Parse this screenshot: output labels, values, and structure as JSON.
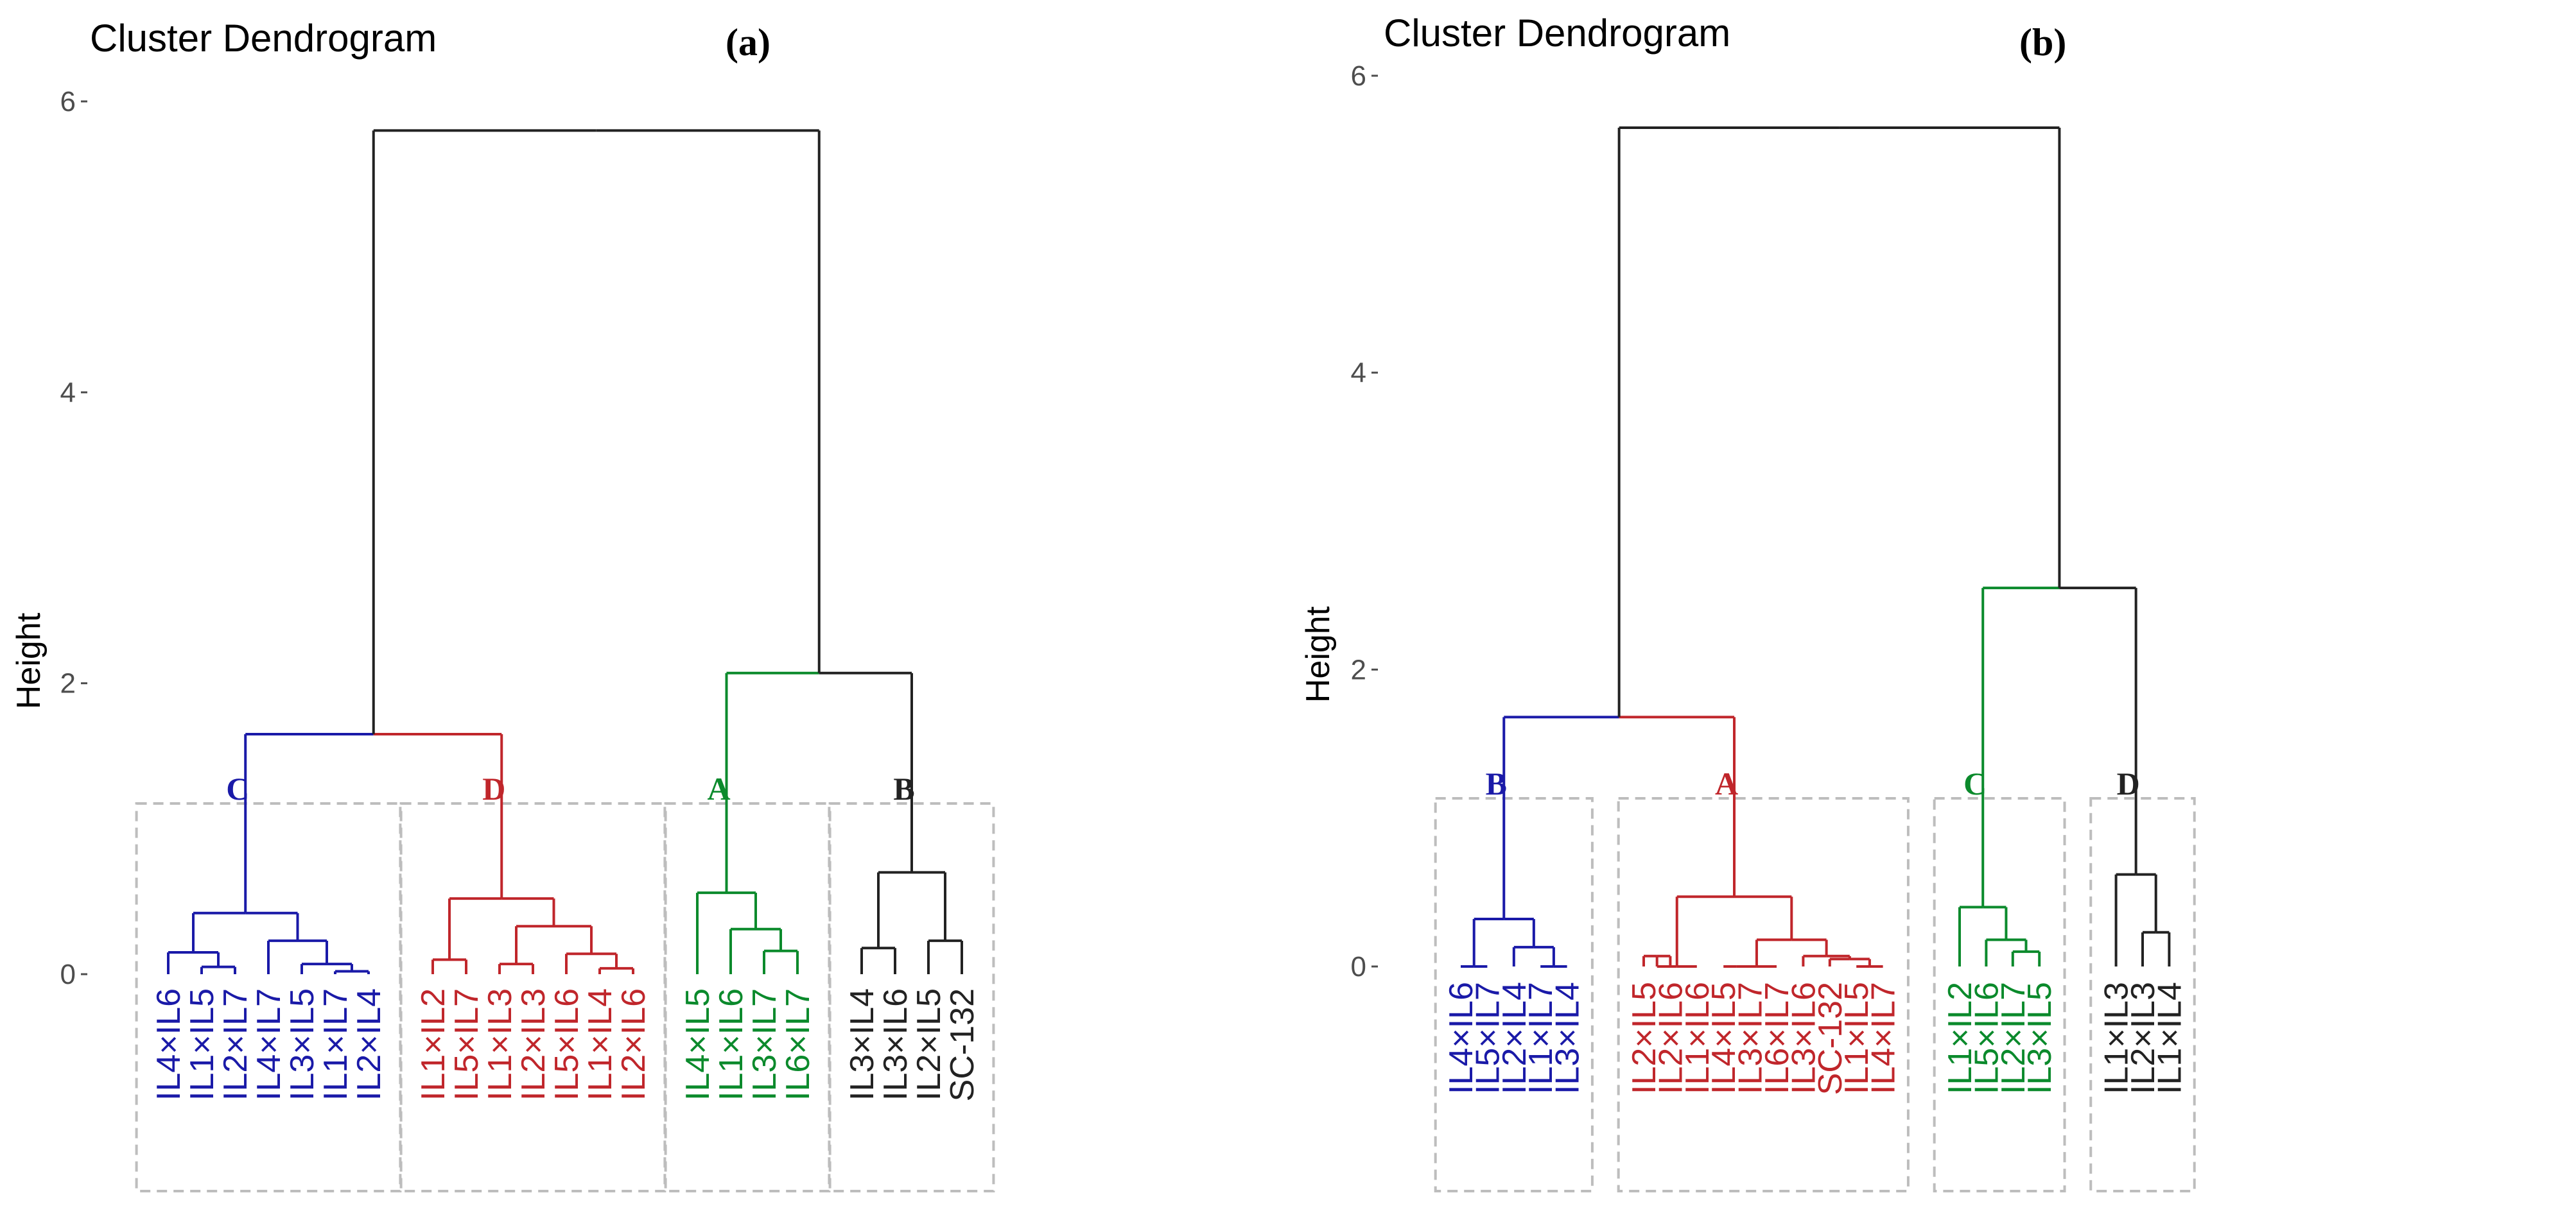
{
  "chart_data": [
    {
      "type": "dendrogram",
      "title": "Cluster Dendrogram",
      "panel_tag": "(a)",
      "ylabel": "Height",
      "ylim": [
        0,
        6
      ],
      "yticks": [
        0,
        2,
        4,
        6
      ],
      "grid": false,
      "leaves": [
        {
          "label": "IL4×IL6",
          "color": "#1a1aa8"
        },
        {
          "label": "IL1×IL5",
          "color": "#1a1aa8"
        },
        {
          "label": "IL2×IL7",
          "color": "#1a1aa8"
        },
        {
          "label": "IL4×IL7",
          "color": "#1a1aa8"
        },
        {
          "label": "IL3×IL5",
          "color": "#1a1aa8"
        },
        {
          "label": "IL1×IL7",
          "color": "#1a1aa8"
        },
        {
          "label": "IL2×IL4",
          "color": "#1a1aa8"
        },
        {
          "label": "IL1×IL2",
          "color": "#c0262b"
        },
        {
          "label": "IL5×IL7",
          "color": "#c0262b"
        },
        {
          "label": "IL1×IL3",
          "color": "#c0262b"
        },
        {
          "label": "IL2×IL3",
          "color": "#c0262b"
        },
        {
          "label": "IL5×IL6",
          "color": "#c0262b"
        },
        {
          "label": "IL1×IL4",
          "color": "#c0262b"
        },
        {
          "label": "IL2×IL6",
          "color": "#c0262b"
        },
        {
          "label": "IL4×IL5",
          "color": "#0b8a2c"
        },
        {
          "label": "IL1×IL6",
          "color": "#0b8a2c"
        },
        {
          "label": "IL3×IL7",
          "color": "#0b8a2c"
        },
        {
          "label": "IL6×IL7",
          "color": "#0b8a2c"
        },
        {
          "label": "IL3×IL4",
          "color": "#222222"
        },
        {
          "label": "IL3×IL6",
          "color": "#222222"
        },
        {
          "label": "IL2×IL5",
          "color": "#222222"
        },
        {
          "label": "SC-132",
          "color": "#222222"
        }
      ],
      "merges": [
        {
          "a": "L1",
          "b": "L2",
          "h": 0.05,
          "color": "#1a1aa8"
        },
        {
          "a": "L0",
          "b": "M0",
          "h": 0.15,
          "color": "#1a1aa8"
        },
        {
          "a": "L5",
          "b": "L6",
          "h": 0.02,
          "color": "#1a1aa8"
        },
        {
          "a": "L4",
          "b": "M2",
          "h": 0.07,
          "color": "#1a1aa8"
        },
        {
          "a": "L3",
          "b": "M3",
          "h": 0.23,
          "color": "#1a1aa8"
        },
        {
          "a": "M1",
          "b": "M4",
          "h": 0.42,
          "color": "#1a1aa8"
        },
        {
          "a": "L7",
          "b": "L8",
          "h": 0.1,
          "color": "#c0262b"
        },
        {
          "a": "L9",
          "b": "L10",
          "h": 0.07,
          "color": "#c0262b"
        },
        {
          "a": "L12",
          "b": "L13",
          "h": 0.04,
          "color": "#c0262b"
        },
        {
          "a": "L11",
          "b": "M8",
          "h": 0.14,
          "color": "#c0262b"
        },
        {
          "a": "M7",
          "b": "M9",
          "h": 0.33,
          "color": "#c0262b"
        },
        {
          "a": "M6",
          "b": "M10",
          "h": 0.52,
          "color": "#c0262b"
        },
        {
          "a": "M5",
          "b": "M11",
          "h": 1.65,
          "color": "#c0262b",
          "left_color": "#1a1aa8"
        },
        {
          "a": "L16",
          "b": "L17",
          "h": 0.16,
          "color": "#0b8a2c"
        },
        {
          "a": "L15",
          "b": "M13",
          "h": 0.31,
          "color": "#0b8a2c"
        },
        {
          "a": "L14",
          "b": "M14",
          "h": 0.56,
          "color": "#0b8a2c"
        },
        {
          "a": "L18",
          "b": "L19",
          "h": 0.18,
          "color": "#222222"
        },
        {
          "a": "L20",
          "b": "L21",
          "h": 0.23,
          "color": "#222222"
        },
        {
          "a": "M16",
          "b": "M17",
          "h": 0.7,
          "color": "#222222"
        },
        {
          "a": "M15",
          "b": "M18",
          "h": 2.07,
          "color": "#222222",
          "left_color": "#0b8a2c"
        },
        {
          "a": "M12",
          "b": "M19",
          "h": 5.8,
          "color": "#222222"
        }
      ],
      "clusters": [
        {
          "letter": "C",
          "color": "#1a1aa8",
          "first": 0,
          "last": 6
        },
        {
          "letter": "D",
          "color": "#c0262b",
          "first": 7,
          "last": 13
        },
        {
          "letter": "A",
          "color": "#0b8a2c",
          "first": 14,
          "last": 17
        },
        {
          "letter": "B",
          "color": "#222222",
          "first": 18,
          "last": 21
        }
      ]
    },
    {
      "type": "dendrogram",
      "title": "Cluster Dendrogram",
      "panel_tag": "(b)",
      "ylabel": "Height",
      "ylim": [
        0,
        6
      ],
      "yticks": [
        0,
        2,
        4,
        6
      ],
      "grid": false,
      "leaves": [
        {
          "label": "IL4×IL6",
          "color": "#1a1aa8"
        },
        {
          "label": "IL5×IL7",
          "color": "#1a1aa8"
        },
        {
          "label": "IL2×IL4",
          "color": "#1a1aa8"
        },
        {
          "label": "IL1×IL7",
          "color": "#1a1aa8"
        },
        {
          "label": "IL3×IL4",
          "color": "#1a1aa8"
        },
        {
          "label": "IL2×IL5",
          "color": "#c0262b"
        },
        {
          "label": "IL2×IL6",
          "color": "#c0262b"
        },
        {
          "label": "IL1×IL6",
          "color": "#c0262b"
        },
        {
          "label": "IL4×IL5",
          "color": "#c0262b"
        },
        {
          "label": "IL3×IL7",
          "color": "#c0262b"
        },
        {
          "label": "IL6×IL7",
          "color": "#c0262b"
        },
        {
          "label": "IL3×IL6",
          "color": "#c0262b"
        },
        {
          "label": "SC-132",
          "color": "#c0262b"
        },
        {
          "label": "IL1×IL5",
          "color": "#c0262b"
        },
        {
          "label": "IL4×IL7",
          "color": "#c0262b"
        },
        {
          "label": "IL1×IL2",
          "color": "#0b8a2c"
        },
        {
          "label": "IL5×IL6",
          "color": "#0b8a2c"
        },
        {
          "label": "IL2×IL7",
          "color": "#0b8a2c"
        },
        {
          "label": "IL3×IL5",
          "color": "#0b8a2c"
        },
        {
          "label": "IL1×IL3",
          "color": "#222222"
        },
        {
          "label": "IL2×IL3",
          "color": "#222222"
        },
        {
          "label": "IL1×IL4",
          "color": "#222222"
        }
      ],
      "merges": [
        {
          "a": "L0",
          "b": "L1",
          "h": 0.0,
          "color": "#1a1aa8"
        },
        {
          "a": "L3",
          "b": "L4",
          "h": 0.0,
          "color": "#1a1aa8"
        },
        {
          "a": "L2",
          "b": "M1",
          "h": 0.13,
          "color": "#1a1aa8"
        },
        {
          "a": "M0",
          "b": "M2",
          "h": 0.32,
          "color": "#1a1aa8"
        },
        {
          "a": "L5",
          "b": "L6",
          "h": 0.07,
          "color": "#c0262b"
        },
        {
          "a": "M4",
          "b": "L7",
          "h": 0.0,
          "color": "#c0262b"
        },
        {
          "a": "L8",
          "b": "L9",
          "h": 0.0,
          "color": "#c0262b"
        },
        {
          "a": "M6",
          "b": "L10",
          "h": 0.0,
          "color": "#c0262b"
        },
        {
          "a": "L13",
          "b": "L14",
          "h": 0.0,
          "color": "#c0262b"
        },
        {
          "a": "L12",
          "b": "M8",
          "h": 0.05,
          "color": "#c0262b"
        },
        {
          "a": "L11",
          "b": "M9",
          "h": 0.07,
          "color": "#c0262b"
        },
        {
          "a": "M7",
          "b": "M10",
          "h": 0.18,
          "color": "#c0262b"
        },
        {
          "a": "M5",
          "b": "M11",
          "h": 0.47,
          "color": "#c0262b"
        },
        {
          "a": "M3",
          "b": "M12",
          "h": 1.68,
          "color": "#c0262b",
          "left_color": "#1a1aa8"
        },
        {
          "a": "L17",
          "b": "L18",
          "h": 0.1,
          "color": "#0b8a2c"
        },
        {
          "a": "L16",
          "b": "M14",
          "h": 0.18,
          "color": "#0b8a2c"
        },
        {
          "a": "L15",
          "b": "M15",
          "h": 0.4,
          "color": "#0b8a2c"
        },
        {
          "a": "L20",
          "b": "L21",
          "h": 0.23,
          "color": "#222222"
        },
        {
          "a": "L19",
          "b": "M17",
          "h": 0.62,
          "color": "#222222"
        },
        {
          "a": "M16",
          "b": "M18",
          "h": 2.55,
          "color": "#222222",
          "left_color": "#0b8a2c"
        },
        {
          "a": "M13",
          "b": "M19",
          "h": 5.65,
          "color": "#222222"
        }
      ],
      "clusters": [
        {
          "letter": "B",
          "color": "#1a1aa8",
          "first": 0,
          "last": 4
        },
        {
          "letter": "A",
          "color": "#c0262b",
          "first": 5,
          "last": 14
        },
        {
          "letter": "C",
          "color": "#0b8a2c",
          "first": 15,
          "last": 18
        },
        {
          "letter": "D",
          "color": "#222222",
          "first": 19,
          "last": 21
        }
      ]
    }
  ]
}
